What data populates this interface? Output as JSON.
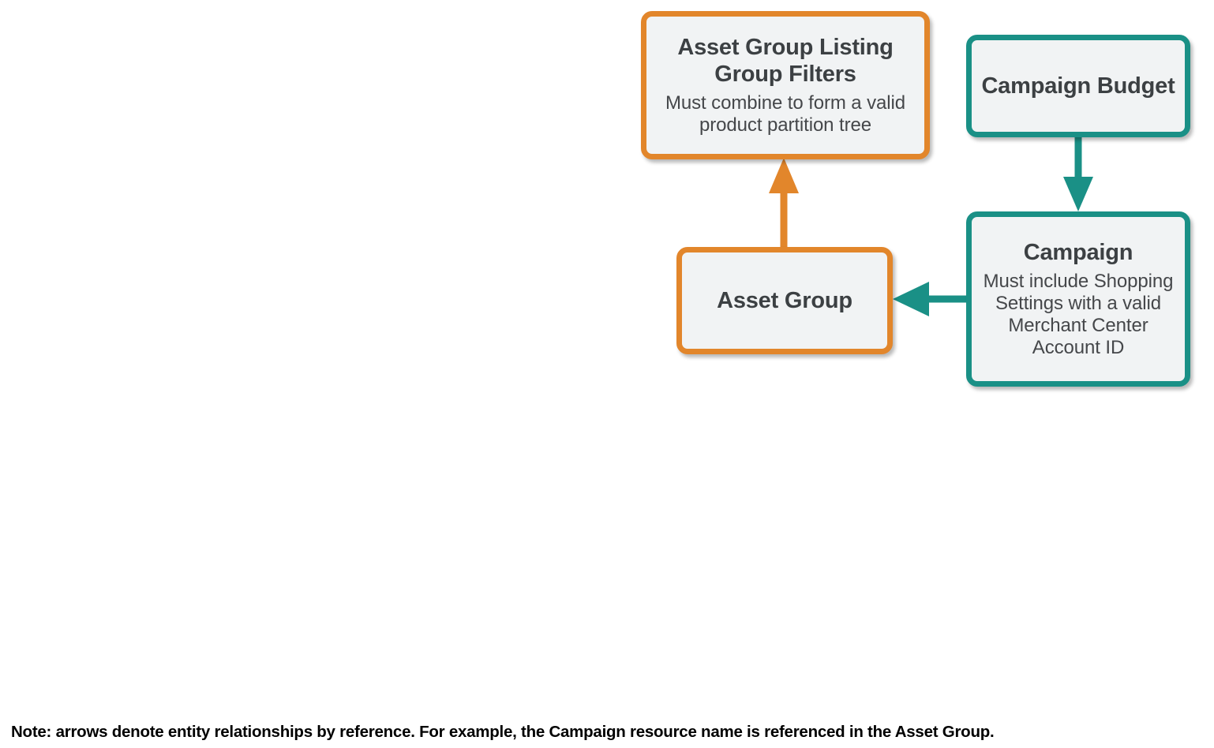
{
  "diagram": {
    "colors": {
      "orange": "#e2862b",
      "teal": "#1a9086",
      "node_fill": "#f1f3f4",
      "text": "#3c4043",
      "background": "#ffffff",
      "note": "#000000"
    },
    "nodes": [
      {
        "id": "asset-group-listing-group-filters",
        "title": "Asset Group Listing Group Filters",
        "subtitle": "Must combine to form a valid product partition tree",
        "accent": "orange"
      },
      {
        "id": "campaign-budget",
        "title": "Campaign Budget",
        "subtitle": "",
        "accent": "teal"
      },
      {
        "id": "asset-group",
        "title": "Asset Group",
        "subtitle": "",
        "accent": "orange"
      },
      {
        "id": "campaign",
        "title": "Campaign",
        "subtitle": "Must include Shopping Settings with a valid Merchant Center Account ID",
        "accent": "teal"
      }
    ],
    "edges": [
      {
        "id": "asset-group-to-filters",
        "from": "asset-group",
        "to": "asset-group-listing-group-filters",
        "direction": "up",
        "color": "orange"
      },
      {
        "id": "campaign-budget-to-campaign",
        "from": "campaign-budget",
        "to": "campaign",
        "direction": "down",
        "color": "teal"
      },
      {
        "id": "campaign-to-asset-group",
        "from": "campaign",
        "to": "asset-group",
        "direction": "left",
        "color": "teal"
      }
    ],
    "note": "Note: arrows denote entity relationships by reference. For example, the Campaign resource name is referenced in the Asset Group."
  }
}
